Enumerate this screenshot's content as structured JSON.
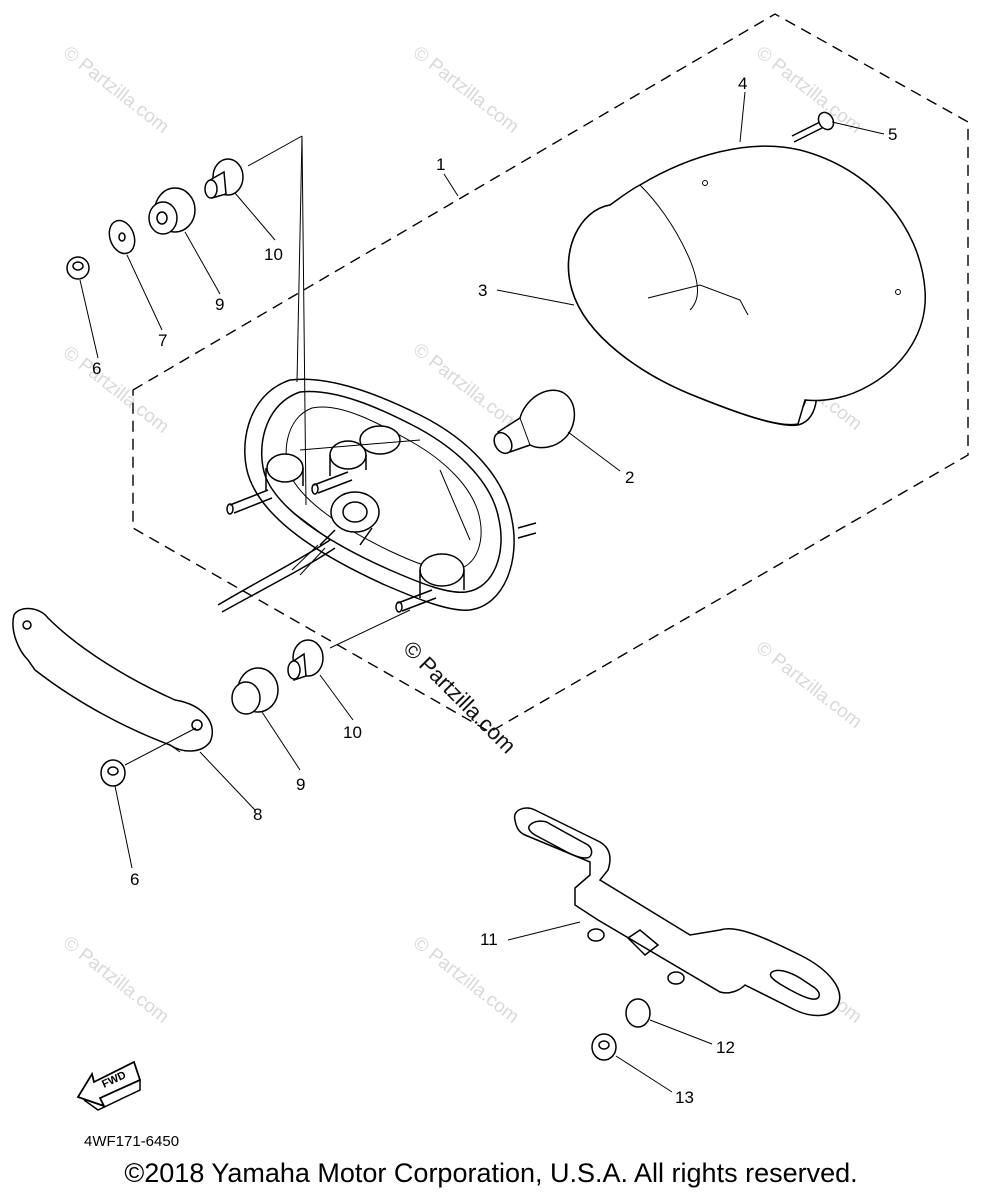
{
  "diagram": {
    "callouts": [
      {
        "id": "c1",
        "label": "1"
      },
      {
        "id": "c2",
        "label": "2"
      },
      {
        "id": "c3",
        "label": "3"
      },
      {
        "id": "c4",
        "label": "4"
      },
      {
        "id": "c5",
        "label": "5"
      },
      {
        "id": "c6a",
        "label": "6"
      },
      {
        "id": "c7",
        "label": "7"
      },
      {
        "id": "c9a",
        "label": "9"
      },
      {
        "id": "c10a",
        "label": "10"
      },
      {
        "id": "c6b",
        "label": "6"
      },
      {
        "id": "c8",
        "label": "8"
      },
      {
        "id": "c9b",
        "label": "9"
      },
      {
        "id": "c10b",
        "label": "10"
      },
      {
        "id": "c11",
        "label": "11"
      },
      {
        "id": "c12",
        "label": "12"
      },
      {
        "id": "c13",
        "label": "13"
      }
    ],
    "watermark_text": "© Partzilla.com",
    "fwd_label": "FWD",
    "part_number": "4WF171-6450"
  },
  "copyright": "©2018 Yamaha Motor Corporation, U.S.A. All rights reserved."
}
